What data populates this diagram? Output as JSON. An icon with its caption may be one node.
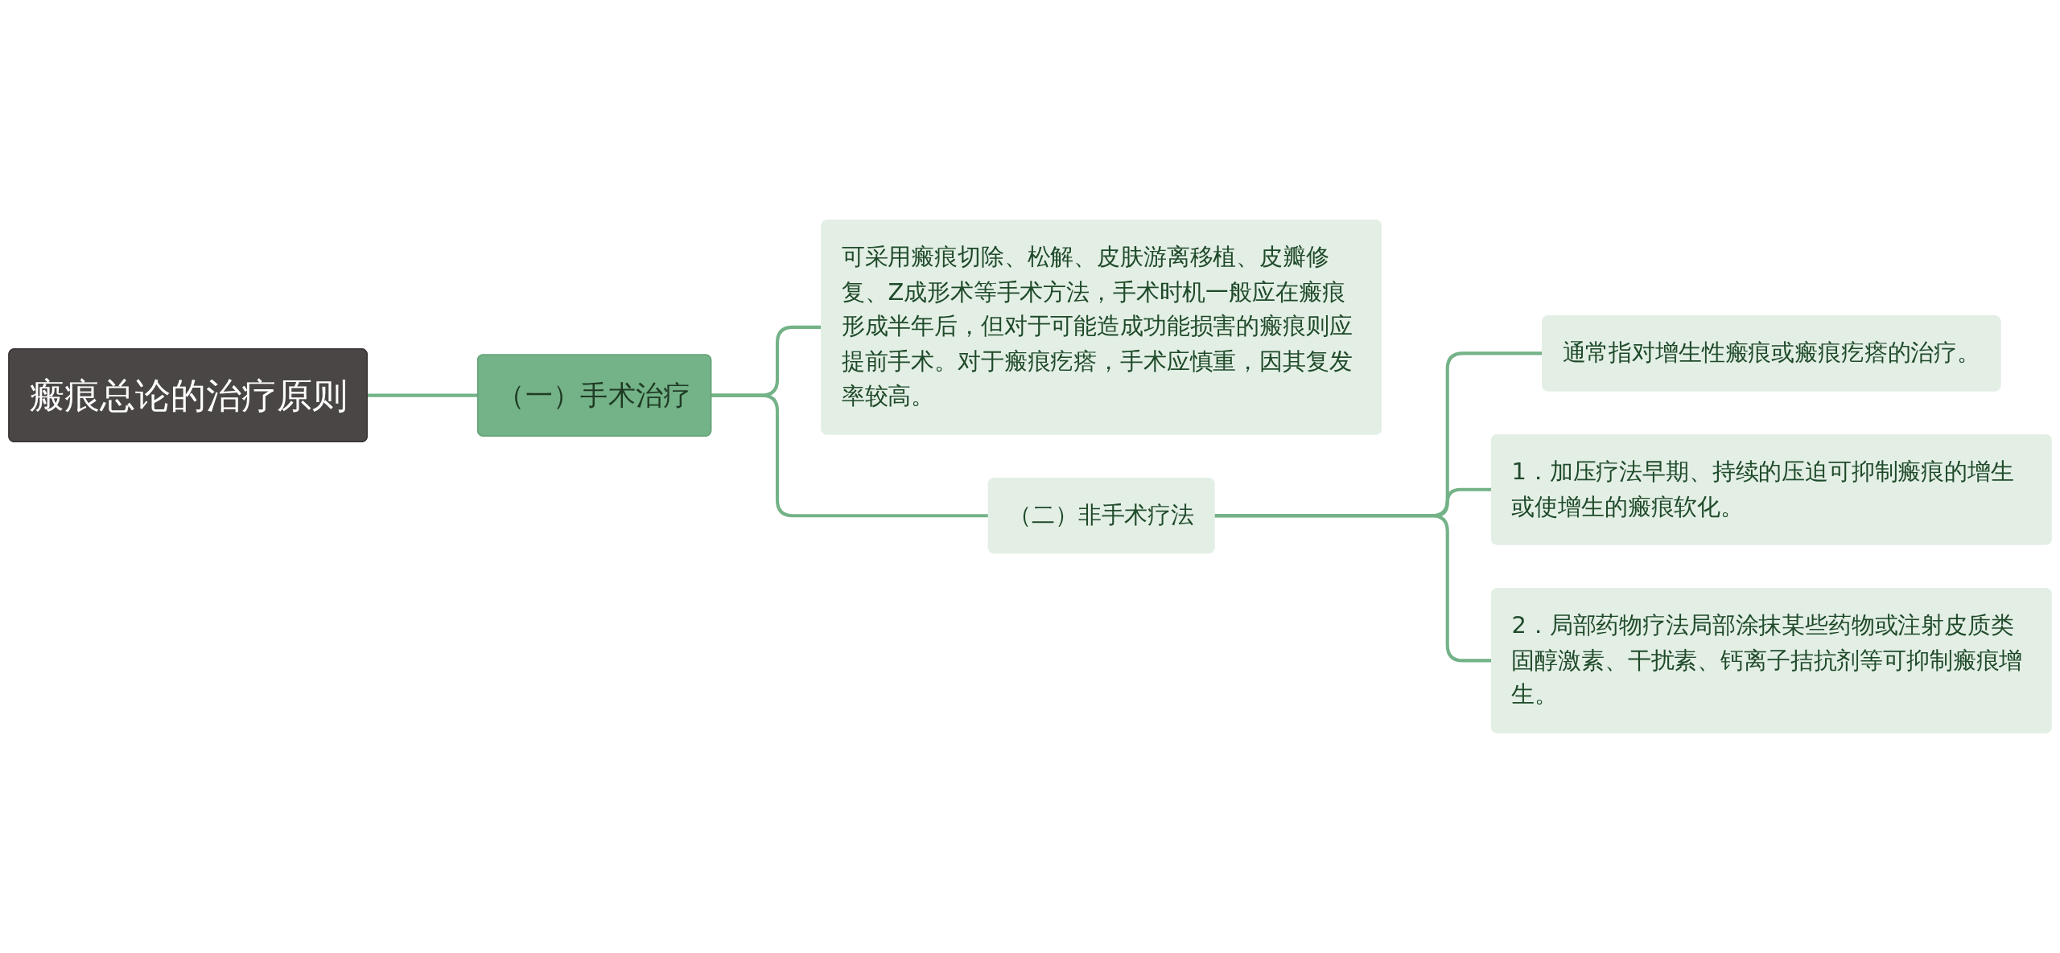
{
  "diagram": {
    "nodes": [
      {
        "text": [
          "瘢痕总论的治疗原则"
        ]
      },
      {
        "text": [
          "（一）手术治疗"
        ]
      },
      {
        "text": [
          "可采用瘢痕切除、松解、皮肤游离移植、皮瓣修复、Z成形术等手术方法，手术时机一般应在瘢痕形成半年后，但对于可能造成功能损害的瘢痕则应提前手术。对于瘢痕疙瘩，手术应慎重，因其复发率较高。"
        ]
      },
      {
        "text": [
          "（二）非手术疗法"
        ]
      },
      {
        "text": [
          "通常指对增生性瘢痕或瘢痕疙瘩的治疗。"
        ]
      },
      {
        "text": [
          "1．加压疗法早期、持续的压迫可抑制瘢痕的增生或使增生的瘢痕软化。"
        ]
      },
      {
        "text": [
          "2．局部药物疗法局部涂抹某些药物或注射皮质类固醇激素、干扰素、钙离子拮抗剂等可抑制瘢痕增生。"
        ]
      }
    ],
    "edges": [
      {
        "from": 0,
        "to": 1,
        "arrow": "none"
      },
      {
        "from": 1,
        "to": 2,
        "arrow": "none"
      },
      {
        "from": 1,
        "to": 3,
        "arrow": "none"
      },
      {
        "from": 3,
        "to": 4,
        "arrow": "none"
      },
      {
        "from": 3,
        "to": 5,
        "arrow": "none"
      },
      {
        "from": 3,
        "to": 6,
        "arrow": "none"
      }
    ]
  }
}
